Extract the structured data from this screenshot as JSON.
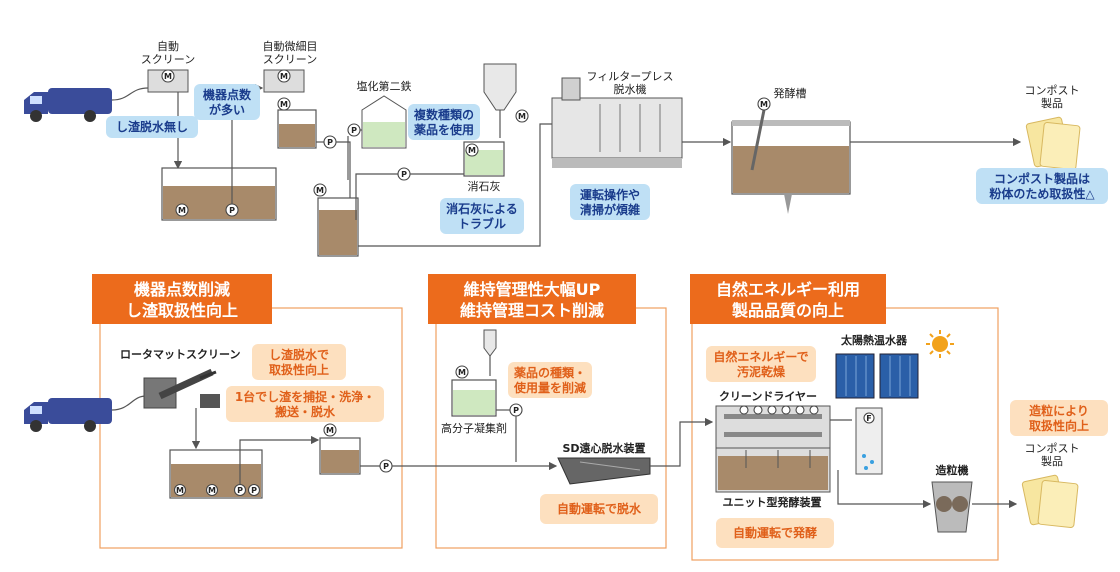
{
  "top": {
    "auto_screen": [
      "自動",
      "スクリーン"
    ],
    "auto_fine_screen": [
      "自動微細目",
      "スクリーン"
    ],
    "ferric_chloride": "塩化第二鉄",
    "filter_press": [
      "フィルタープレス",
      "脱水機"
    ],
    "fermenter": "発酵槽",
    "compost_top": [
      "コンポスト",
      "製品"
    ],
    "lime": "消石灰",
    "callouts": {
      "no_dewater": "し渣脱水無し",
      "many_devices": [
        "機器点数",
        "が多い"
      ],
      "multi_chem": [
        "複数種類の",
        "薬品を使用"
      ],
      "lime_trouble": [
        "消石灰による",
        "トラブル"
      ],
      "operation": [
        "運転操作や",
        "清掃が煩雑"
      ],
      "powder": [
        "コンポスト製品は",
        "粉体のため取扱性△"
      ]
    }
  },
  "banners": [
    [
      "機器点数削減",
      "し渣取扱性向上"
    ],
    [
      "維持管理性大幅UP",
      "維持管理コスト削減"
    ],
    [
      "自然エネルギー利用",
      "製品品質の向上"
    ]
  ],
  "bottom": {
    "rotamat": "ロータマットスクリーン",
    "polymer": "高分子凝集剤",
    "sd_centrifuge": "SD遠心脱水装置",
    "clean_dryer": "クリーンドライヤー",
    "solar": "太陽熱温水器",
    "unit_fermenter": "ユニット型発酵装置",
    "granulator": "造粒機",
    "compost_bottom": [
      "コンポスト",
      "製品"
    ],
    "callouts": {
      "dewater_screen": [
        "し渣脱水で",
        "取扱性向上"
      ],
      "one_unit": [
        "1台でし渣を捕捉・洗浄・",
        "搬送・脱水"
      ],
      "chem_reduce": [
        "薬品の種類・",
        "使用量を削減"
      ],
      "auto_dewater": "自動運転で脱水",
      "natural_dry": [
        "自然エネルギーで",
        "汚泥乾燥"
      ],
      "granule": [
        "造粒により",
        "取扱性向上"
      ],
      "auto_ferment": "自動運転で発酵"
    }
  },
  "symbols": {
    "motor": "M",
    "pump": "P",
    "fan": "F"
  },
  "colors": {
    "orange": "#ec6b1c",
    "blue_callout": "#bfe0f5",
    "orange_callout": "#fde0bf",
    "truck": "#3a4c9a"
  }
}
